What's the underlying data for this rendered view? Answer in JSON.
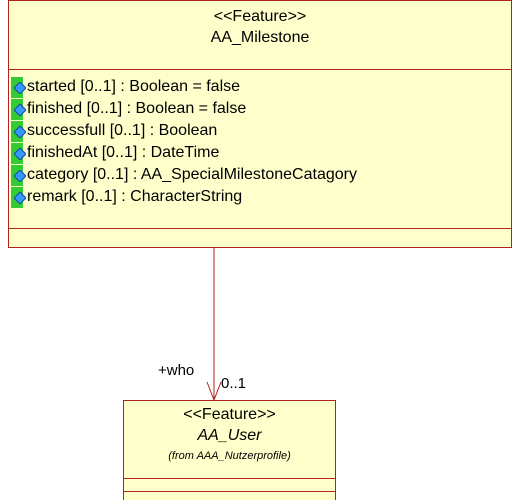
{
  "classes": {
    "milestone": {
      "stereotype": "<<Feature>>",
      "name": "AA_Milestone",
      "attributes": [
        {
          "text": "started [0..1] : Boolean = false",
          "icon": "attribute-diamond-icon"
        },
        {
          "text": "finished [0..1] : Boolean = false",
          "icon": "attribute-diamond-icon"
        },
        {
          "text": "successfull [0..1] : Boolean",
          "icon": "attribute-diamond-icon"
        },
        {
          "text": "finishedAt [0..1] : DateTime",
          "icon": "attribute-diamond-icon"
        },
        {
          "text": "category [0..1] : AA_SpecialMilestoneCatagory",
          "icon": "attribute-diamond-icon"
        },
        {
          "text": "remark [0..1] : CharacterString",
          "icon": "attribute-diamond-icon"
        }
      ]
    },
    "user": {
      "stereotype": "<<Feature>>",
      "name": "AA_User",
      "from": "(from AAA_Nutzerprofile)"
    }
  },
  "association": {
    "role": "+who",
    "multiplicity": "0..1"
  },
  "colors": {
    "class_fill": "#ffffcc",
    "class_border": "#b0241c",
    "attribute_marker": "#33cc33",
    "attribute_icon": "#3399ff",
    "association_line": "#b0241c"
  }
}
